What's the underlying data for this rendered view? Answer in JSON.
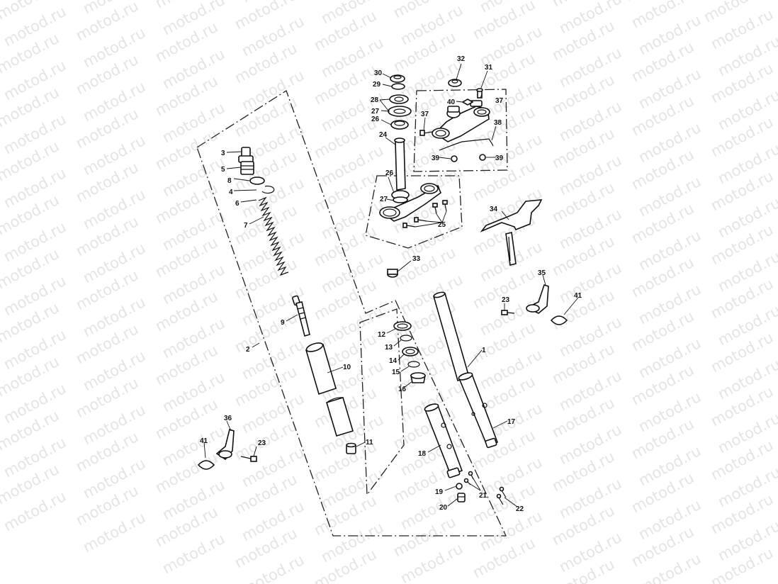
{
  "watermark": {
    "text": "motod.ru",
    "color": "#e4e4e4"
  },
  "callouts": {
    "n1": "1",
    "n2": "2",
    "n3": "3",
    "n4": "4",
    "n5": "5",
    "n6": "6",
    "n7": "7",
    "n8": "8",
    "n9": "9",
    "n10": "10",
    "n11": "11",
    "n12": "12",
    "n13": "13",
    "n14": "14",
    "n15": "15",
    "n16": "16",
    "n17": "17",
    "n18": "18",
    "n19": "19",
    "n20": "20",
    "n21": "21",
    "n22": "22",
    "n23a": "23",
    "n23b": "23",
    "n24": "24",
    "n25": "25",
    "n26a": "26",
    "n26b": "26",
    "n27a": "27",
    "n27b": "27",
    "n28": "28",
    "n29": "29",
    "n30": "30",
    "n31": "31",
    "n32": "32",
    "n33": "33",
    "n34": "34",
    "n35": "35",
    "n36": "36",
    "n37a": "37",
    "n37b": "37",
    "n38": "38",
    "n39a": "39",
    "n39b": "39",
    "n40": "40",
    "n41a": "41",
    "n41b": "41"
  }
}
